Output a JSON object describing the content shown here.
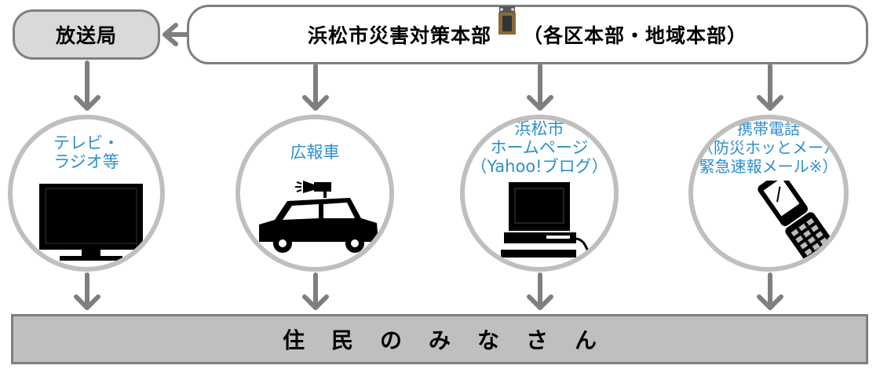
{
  "top": {
    "broadcast_label": "放送局",
    "hq_label": "浜松市災害対策本部",
    "hq_sub_label": "（各区本部・地域本部）"
  },
  "channels": [
    {
      "label": "テレビ・\nラジオ等",
      "icon": "tv-icon"
    },
    {
      "label": "広報車",
      "icon": "pr-car-icon"
    },
    {
      "label": "浜松市\nホームページ\n（Yahoo!ブログ）",
      "icon": "computer-icon"
    },
    {
      "label": "携帯電話\n（防災ホッとメール\n緊急速報メール※）",
      "icon": "mobile-phone-icon"
    }
  ],
  "bottom": {
    "residents_label": "住民のみなさん"
  },
  "colors": {
    "label_blue": "#2e8fcf",
    "arrow_gray": "#7f7f7f",
    "box_gray": "#d9d9d9",
    "residents_gray": "#bfbfbf",
    "circle_border": "#bfbfbf"
  }
}
